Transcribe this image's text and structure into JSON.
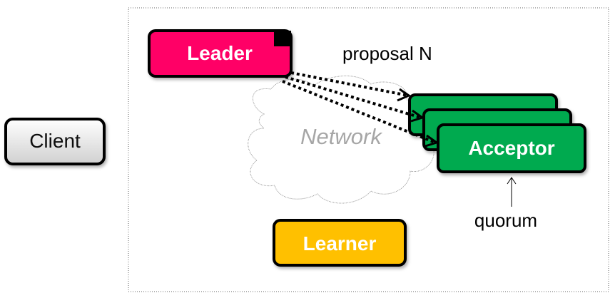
{
  "nodes": {
    "client": "Client",
    "leader": "Leader",
    "acceptor": "Acceptor",
    "learner": "Learner",
    "network": "Network"
  },
  "labels": {
    "proposal": "proposal N",
    "quorum": "quorum"
  },
  "colors": {
    "leader": "#ff0066",
    "acceptor": "#00aa4f",
    "learner": "#ffc000",
    "client": "#e6e6e6",
    "network_text": "#a6a6a6"
  }
}
